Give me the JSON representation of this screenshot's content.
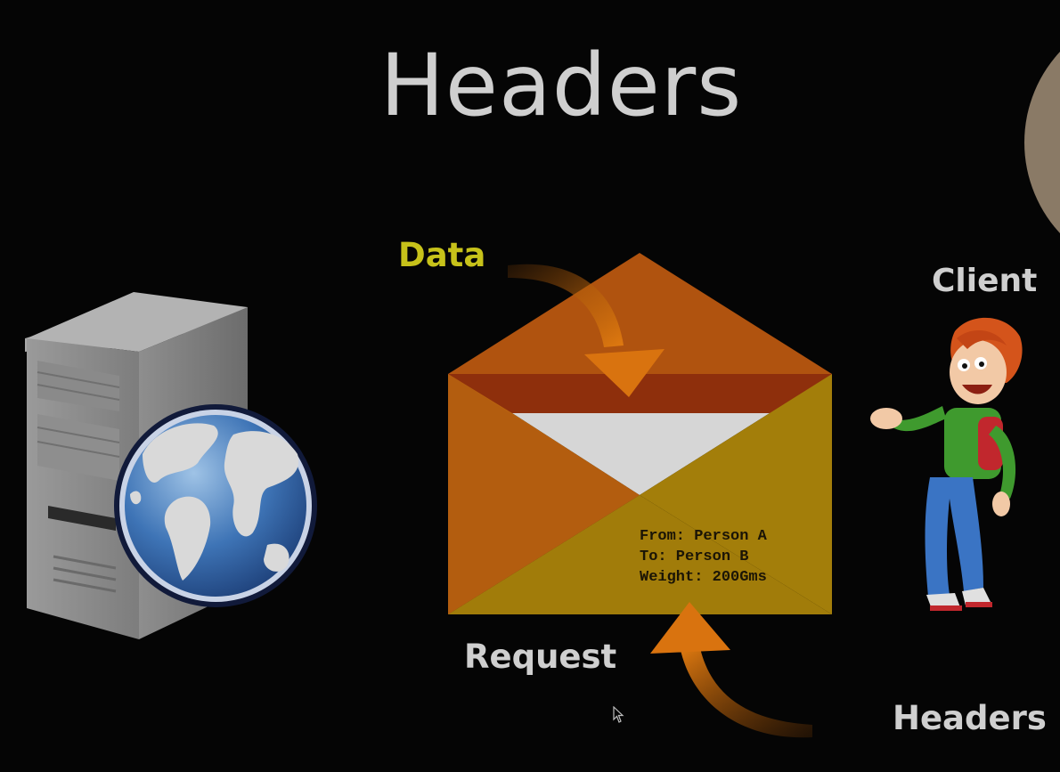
{
  "slide": {
    "title": "Headers",
    "labels": {
      "data": "Data",
      "client": "Client",
      "request": "Request",
      "headers": "Headers"
    },
    "envelope_lines": [
      "From: Person A",
      "To: Person B",
      "Weight: 200Gms"
    ]
  },
  "colors": {
    "background": "#050505",
    "title": "#cfcfcf",
    "data_label": "#c7c21a",
    "envelope_orange": "#b65a12",
    "envelope_yellow": "#a37e0a",
    "arrow": "#d9730f"
  },
  "icons": [
    "server-icon",
    "globe-icon",
    "envelope-icon",
    "client-character-icon",
    "cursor-icon"
  ]
}
